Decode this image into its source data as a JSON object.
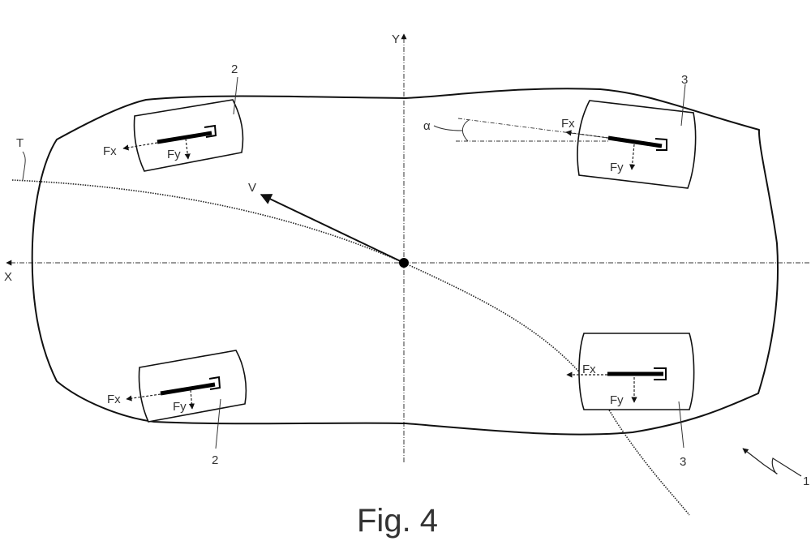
{
  "figure": {
    "caption": "Fig. 4",
    "axes": {
      "x_label": "X",
      "y_label": "Y"
    },
    "vehicle_ref": "1",
    "trajectory_label": "T",
    "velocity_label": "V",
    "slip_angle_label": "α",
    "wheels": [
      {
        "position": "front-left",
        "ref": "2",
        "force_x": "Fx",
        "force_y": "Fy"
      },
      {
        "position": "front-right",
        "ref": "2",
        "force_x": "Fx",
        "force_y": "Fy"
      },
      {
        "position": "rear-left",
        "ref": "3",
        "force_x": "Fx",
        "force_y": "Fy"
      },
      {
        "position": "rear-right",
        "ref": "3",
        "force_x": "Fx",
        "force_y": "Fy"
      }
    ]
  }
}
